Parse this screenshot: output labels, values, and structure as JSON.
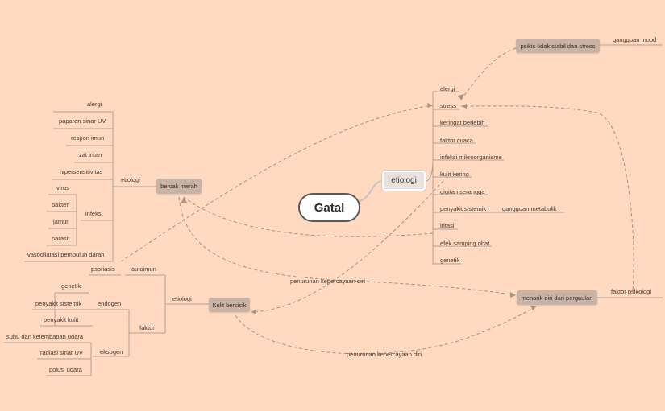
{
  "center": "Gatal",
  "etiologi_main": "etiologi",
  "right_list": [
    "alergi",
    "stress",
    "keringat berlebih",
    "faktor cuaca",
    "infeksi mikroorganisme",
    "kulit kering",
    "gigitan serangga",
    "penyakit sistemik",
    "iritasi",
    "efek samping obat",
    "genetik"
  ],
  "gangguan_metabolik": "gangguan metabolik",
  "psikis": "psikis tidak stabil dan stress",
  "gangguan_mood": "gangguan mood",
  "bercak": "bercak merah",
  "bercak_etiologi": "etiologi",
  "left_list": [
    "alergi",
    "paparan sinar UV",
    "respon imun",
    "zat iritan",
    "hipersensitivitas"
  ],
  "infeksi": "infeksi",
  "infeksi_items": [
    "virus",
    "bakteri",
    "jamur",
    "parasit"
  ],
  "vasodilatasi": "vasodilatasi pembuluh darah",
  "kulit": "Kulit bersisik",
  "kulit_etiologi": "etiologi",
  "autoimun": "autoimun",
  "psoriasis": "psoriasis",
  "faktor": "faktor",
  "endogen": "endogen",
  "endogen_items": [
    "genetik",
    "penyakit sistemik",
    "penyakit kulit"
  ],
  "eksogen": "eksogen",
  "eksogen_items": [
    "suhu dan kelembapan udara",
    "radiasi sinar UV",
    "polusi udara"
  ],
  "menarik": "menarik diri dari pergaulan",
  "faktor_psikologi": "faktor psikologi",
  "penurunan1": "penurunan kepercayaan diri",
  "penurunan2": "penurunan kepercayaan diri"
}
